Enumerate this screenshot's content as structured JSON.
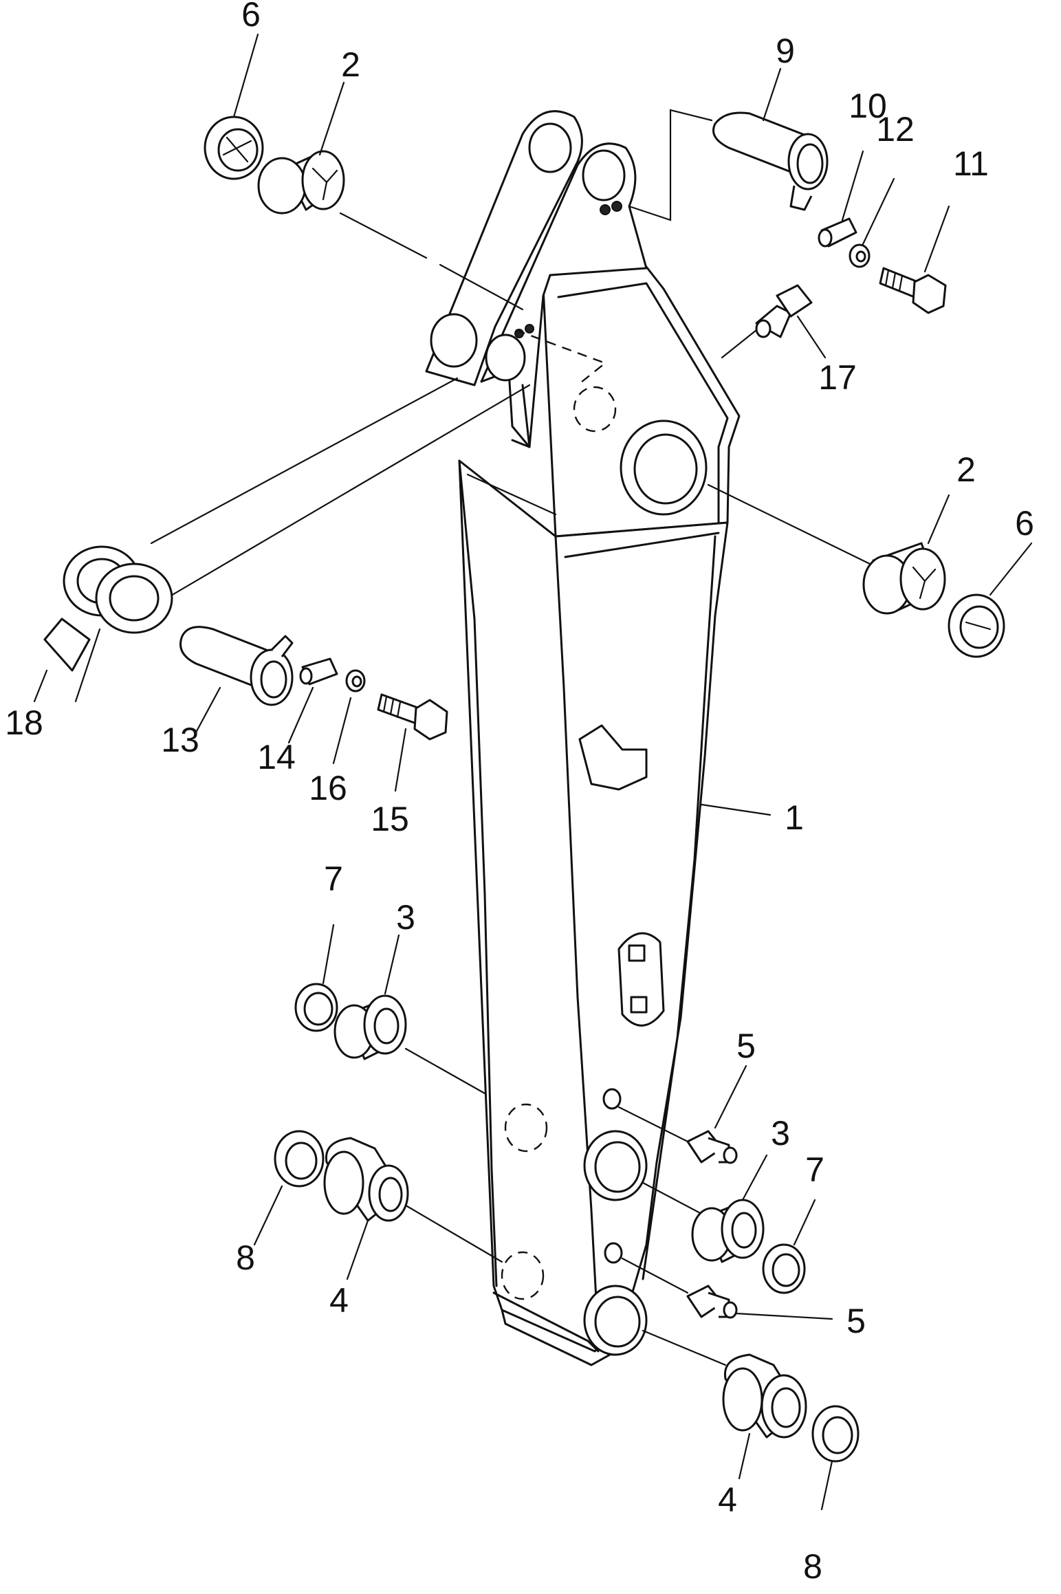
{
  "diagram": {
    "labels": [
      "1",
      "2",
      "2",
      "3",
      "3",
      "4",
      "4",
      "5",
      "5",
      "6",
      "6",
      "7",
      "7",
      "8",
      "8",
      "9",
      "10",
      "11",
      "12",
      "13",
      "14",
      "15",
      "16",
      "17",
      "18"
    ]
  }
}
